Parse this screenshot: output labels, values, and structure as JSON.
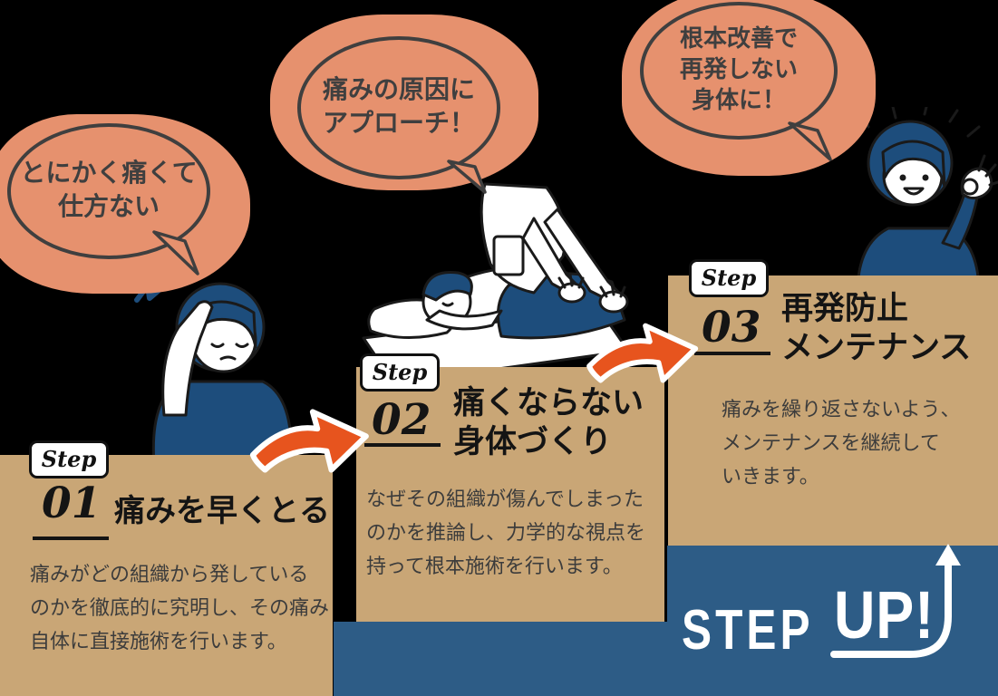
{
  "bubbles": [
    {
      "lines": [
        "とにかく痛くて",
        "仕方ない"
      ]
    },
    {
      "lines": [
        "痛みの原因に",
        "アプローチ！"
      ]
    },
    {
      "lines": [
        "根本改善で",
        "再発しない",
        "身体に！"
      ]
    }
  ],
  "steps": [
    {
      "label": "Step",
      "number": "01",
      "title_lines": [
        "痛みを早くとる"
      ],
      "desc_lines": [
        "痛みがどの組織から発している",
        "のかを徹底的に究明し、その痛み",
        "自体に直接施術を行います。"
      ]
    },
    {
      "label": "Step",
      "number": "02",
      "title_lines": [
        "痛くならない",
        "身体づくり"
      ],
      "desc_lines": [
        "なぜその組織が傷んでしまった",
        "のかを推論し、力学的な視点を",
        "持って根本施術を行います。"
      ]
    },
    {
      "label": "Step",
      "number": "03",
      "title_lines": [
        "再発防止",
        "メンテナンス"
      ],
      "desc_lines": [
        "痛みを繰り返さないよう、",
        "メンテナンスを継続して",
        "いきます。"
      ]
    }
  ],
  "banner": {
    "step_text": "STEP",
    "up_text": "UP!"
  },
  "illustrations": {
    "left": "woman-in-pain",
    "center": "massage-treatment",
    "right": "woman-recovered-ok"
  },
  "colors": {
    "background": "#000000",
    "panel_tan": "#c9a676",
    "bubble_salmon": "#e6916e",
    "bubble_outline": "#3f3f3f",
    "arrow_orange": "#e7541e",
    "banner_blue": "#2d5c86",
    "illustration_blue": "#1d4d7c",
    "heading_text": "#141414",
    "body_text": "#3c3c3c"
  }
}
